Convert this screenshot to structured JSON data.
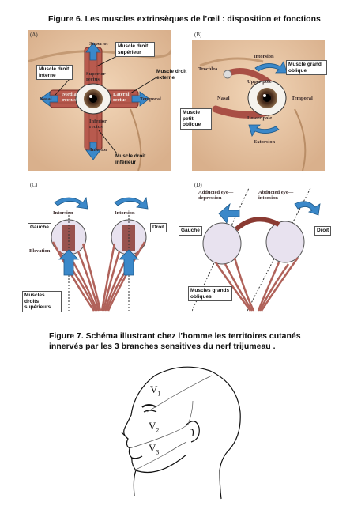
{
  "figure6": {
    "title": "Figure 6. Les muscles extrinsèques de l’œil : disposition et fonctions",
    "panelA": {
      "label": "(A)",
      "anatomy": [
        "Superior",
        "Superior rectus",
        "Nasal",
        "Medial rectus",
        "Lateral rectus",
        "Temporal",
        "Inferior rectus",
        "Inferior"
      ],
      "callouts": {
        "droit_superieur": "Muscle droit supérieur",
        "droit_interne": "Muscle droit interne",
        "droit_externe": "Muscle droit externe",
        "droit_inferieur": "Muscle droit inférieur"
      }
    },
    "panelB": {
      "label": "(B)",
      "anatomy": [
        "Intorsion",
        "Trochlea",
        "Upper pole",
        "Nasal",
        "Temporal",
        "Lower pole",
        "Extorsion"
      ],
      "callouts": {
        "grand_oblique": "Muscle grand oblique",
        "petit_oblique": "Muscle petit oblique"
      }
    },
    "panelC": {
      "label": "(C)",
      "anatomy": [
        "Intorsion",
        "Intorsion",
        "Elevation"
      ],
      "callouts": {
        "gauche": "Gauche",
        "droit": "Droit",
        "droits_superieurs": "Muscles droits supérieurs"
      }
    },
    "panelD": {
      "label": "(D)",
      "anatomy": [
        "Adducted eye— depression",
        "Abducted eye— intorsion"
      ],
      "callouts": {
        "gauche": "Gauche",
        "droit": "Droit",
        "grands_obliques": "Muscles grands obliques"
      }
    }
  },
  "figure7": {
    "title": "Figure 7. Schéma illustrant chez l’homme les territoires cutanés innervés par les 3 branches sensitives du nerf trijumeau .",
    "branches": [
      {
        "letter": "V",
        "index": "1"
      },
      {
        "letter": "V",
        "index": "2"
      },
      {
        "letter": "V",
        "index": "3"
      }
    ]
  }
}
